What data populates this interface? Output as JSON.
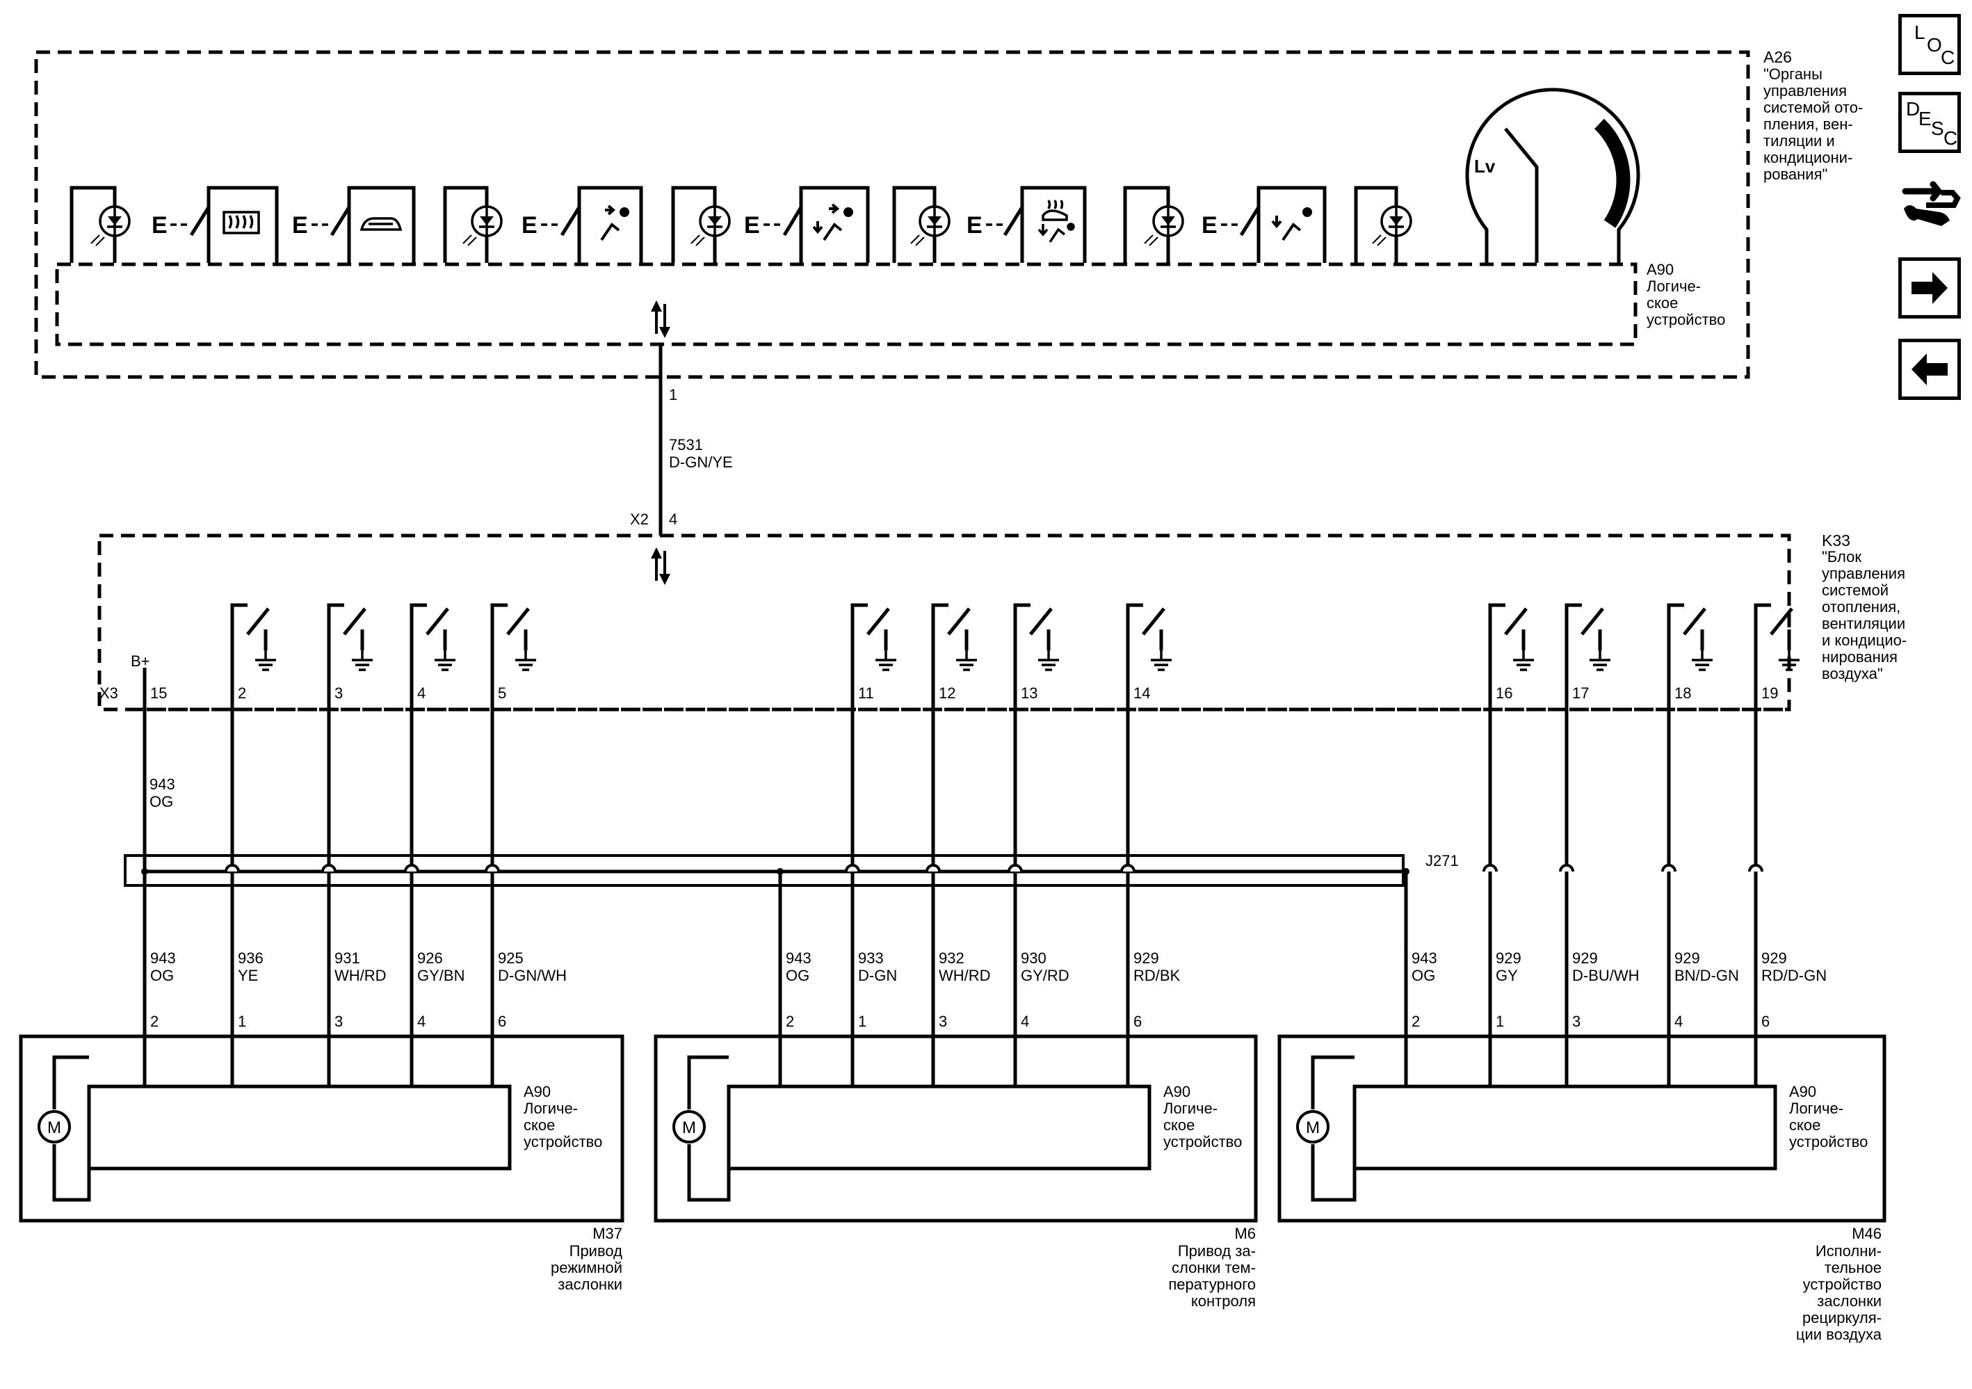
{
  "a26": {
    "id": "A26",
    "lines": [
      "\"Органы",
      "управления",
      "системой ото-",
      "пления, вен-",
      "тиляции и",
      "кондициони-",
      "рования\""
    ]
  },
  "a90_top": {
    "lines": [
      "A90",
      "Логиче-",
      "ское",
      "устройство"
    ]
  },
  "k33": {
    "id": "K33",
    "lines": [
      "\"Блок",
      "управления",
      "системой",
      "отопления,",
      "вентиляции",
      "и кондицио-",
      "нирования",
      "воздуха\""
    ]
  },
  "link_wire": {
    "top_pin": "1",
    "circuit": "7531",
    "color": "D-GN/YE",
    "connector": "X2",
    "bottom_pin": "4"
  },
  "x3": {
    "connector": "X3",
    "supply_label": "B+",
    "pins": [
      "15",
      "2",
      "3",
      "4",
      "5",
      "11",
      "12",
      "13",
      "14",
      "16",
      "17",
      "18",
      "19"
    ]
  },
  "supply_wire": {
    "circuit": "943",
    "color": "OG"
  },
  "splice": {
    "id": "J271"
  },
  "switch_glyph": "E",
  "actuators": [
    {
      "id": "M37",
      "name_lines": [
        "Привод",
        "режимной",
        "заслонки"
      ],
      "logic_lines": [
        "A90",
        "Логиче-",
        "ское",
        "устройство"
      ],
      "motor": "M",
      "wires": [
        {
          "circuit": "943",
          "color": "OG",
          "pin": "2"
        },
        {
          "circuit": "936",
          "color": "YE",
          "pin": "1"
        },
        {
          "circuit": "931",
          "color": "WH/RD",
          "pin": "3"
        },
        {
          "circuit": "926",
          "color": "GY/BN",
          "pin": "4"
        },
        {
          "circuit": "925",
          "color": "D-GN/WH",
          "pin": "6"
        }
      ]
    },
    {
      "id": "M6",
      "name_lines": [
        "Привод за-",
        "слонки тем-",
        "пературного",
        "контроля"
      ],
      "logic_lines": [
        "A90",
        "Логиче-",
        "ское",
        "устройство"
      ],
      "motor": "M",
      "wires": [
        {
          "circuit": "943",
          "color": "OG",
          "pin": "2"
        },
        {
          "circuit": "933",
          "color": "D-GN",
          "pin": "1"
        },
        {
          "circuit": "932",
          "color": "WH/RD",
          "pin": "3"
        },
        {
          "circuit": "930",
          "color": "GY/RD",
          "pin": "4"
        },
        {
          "circuit": "929",
          "color": "RD/BK",
          "pin": "6"
        }
      ]
    },
    {
      "id": "M46",
      "name_lines": [
        "Исполни-",
        "тельное",
        "устройство",
        "заслонки",
        "рециркуля-",
        "ции воздуха"
      ],
      "logic_lines": [
        "A90",
        "Логиче-",
        "ское",
        "устройство"
      ],
      "motor": "M",
      "wires": [
        {
          "circuit": "943",
          "color": "OG",
          "pin": "2"
        },
        {
          "circuit": "929",
          "color": "GY",
          "pin": "1"
        },
        {
          "circuit": "929",
          "color": "D-BU/WH",
          "pin": "3"
        },
        {
          "circuit": "929",
          "color": "BN/D-GN",
          "pin": "4"
        },
        {
          "circuit": "929",
          "color": "RD/D-GN",
          "pin": "6"
        }
      ]
    }
  ],
  "nav": {
    "loc": [
      "L",
      "O",
      "C"
    ],
    "desc": [
      "D",
      "E",
      "S",
      "C"
    ],
    "icons": [
      "connector-repair-icon",
      "next-arrow-icon",
      "previous-arrow-icon"
    ]
  }
}
